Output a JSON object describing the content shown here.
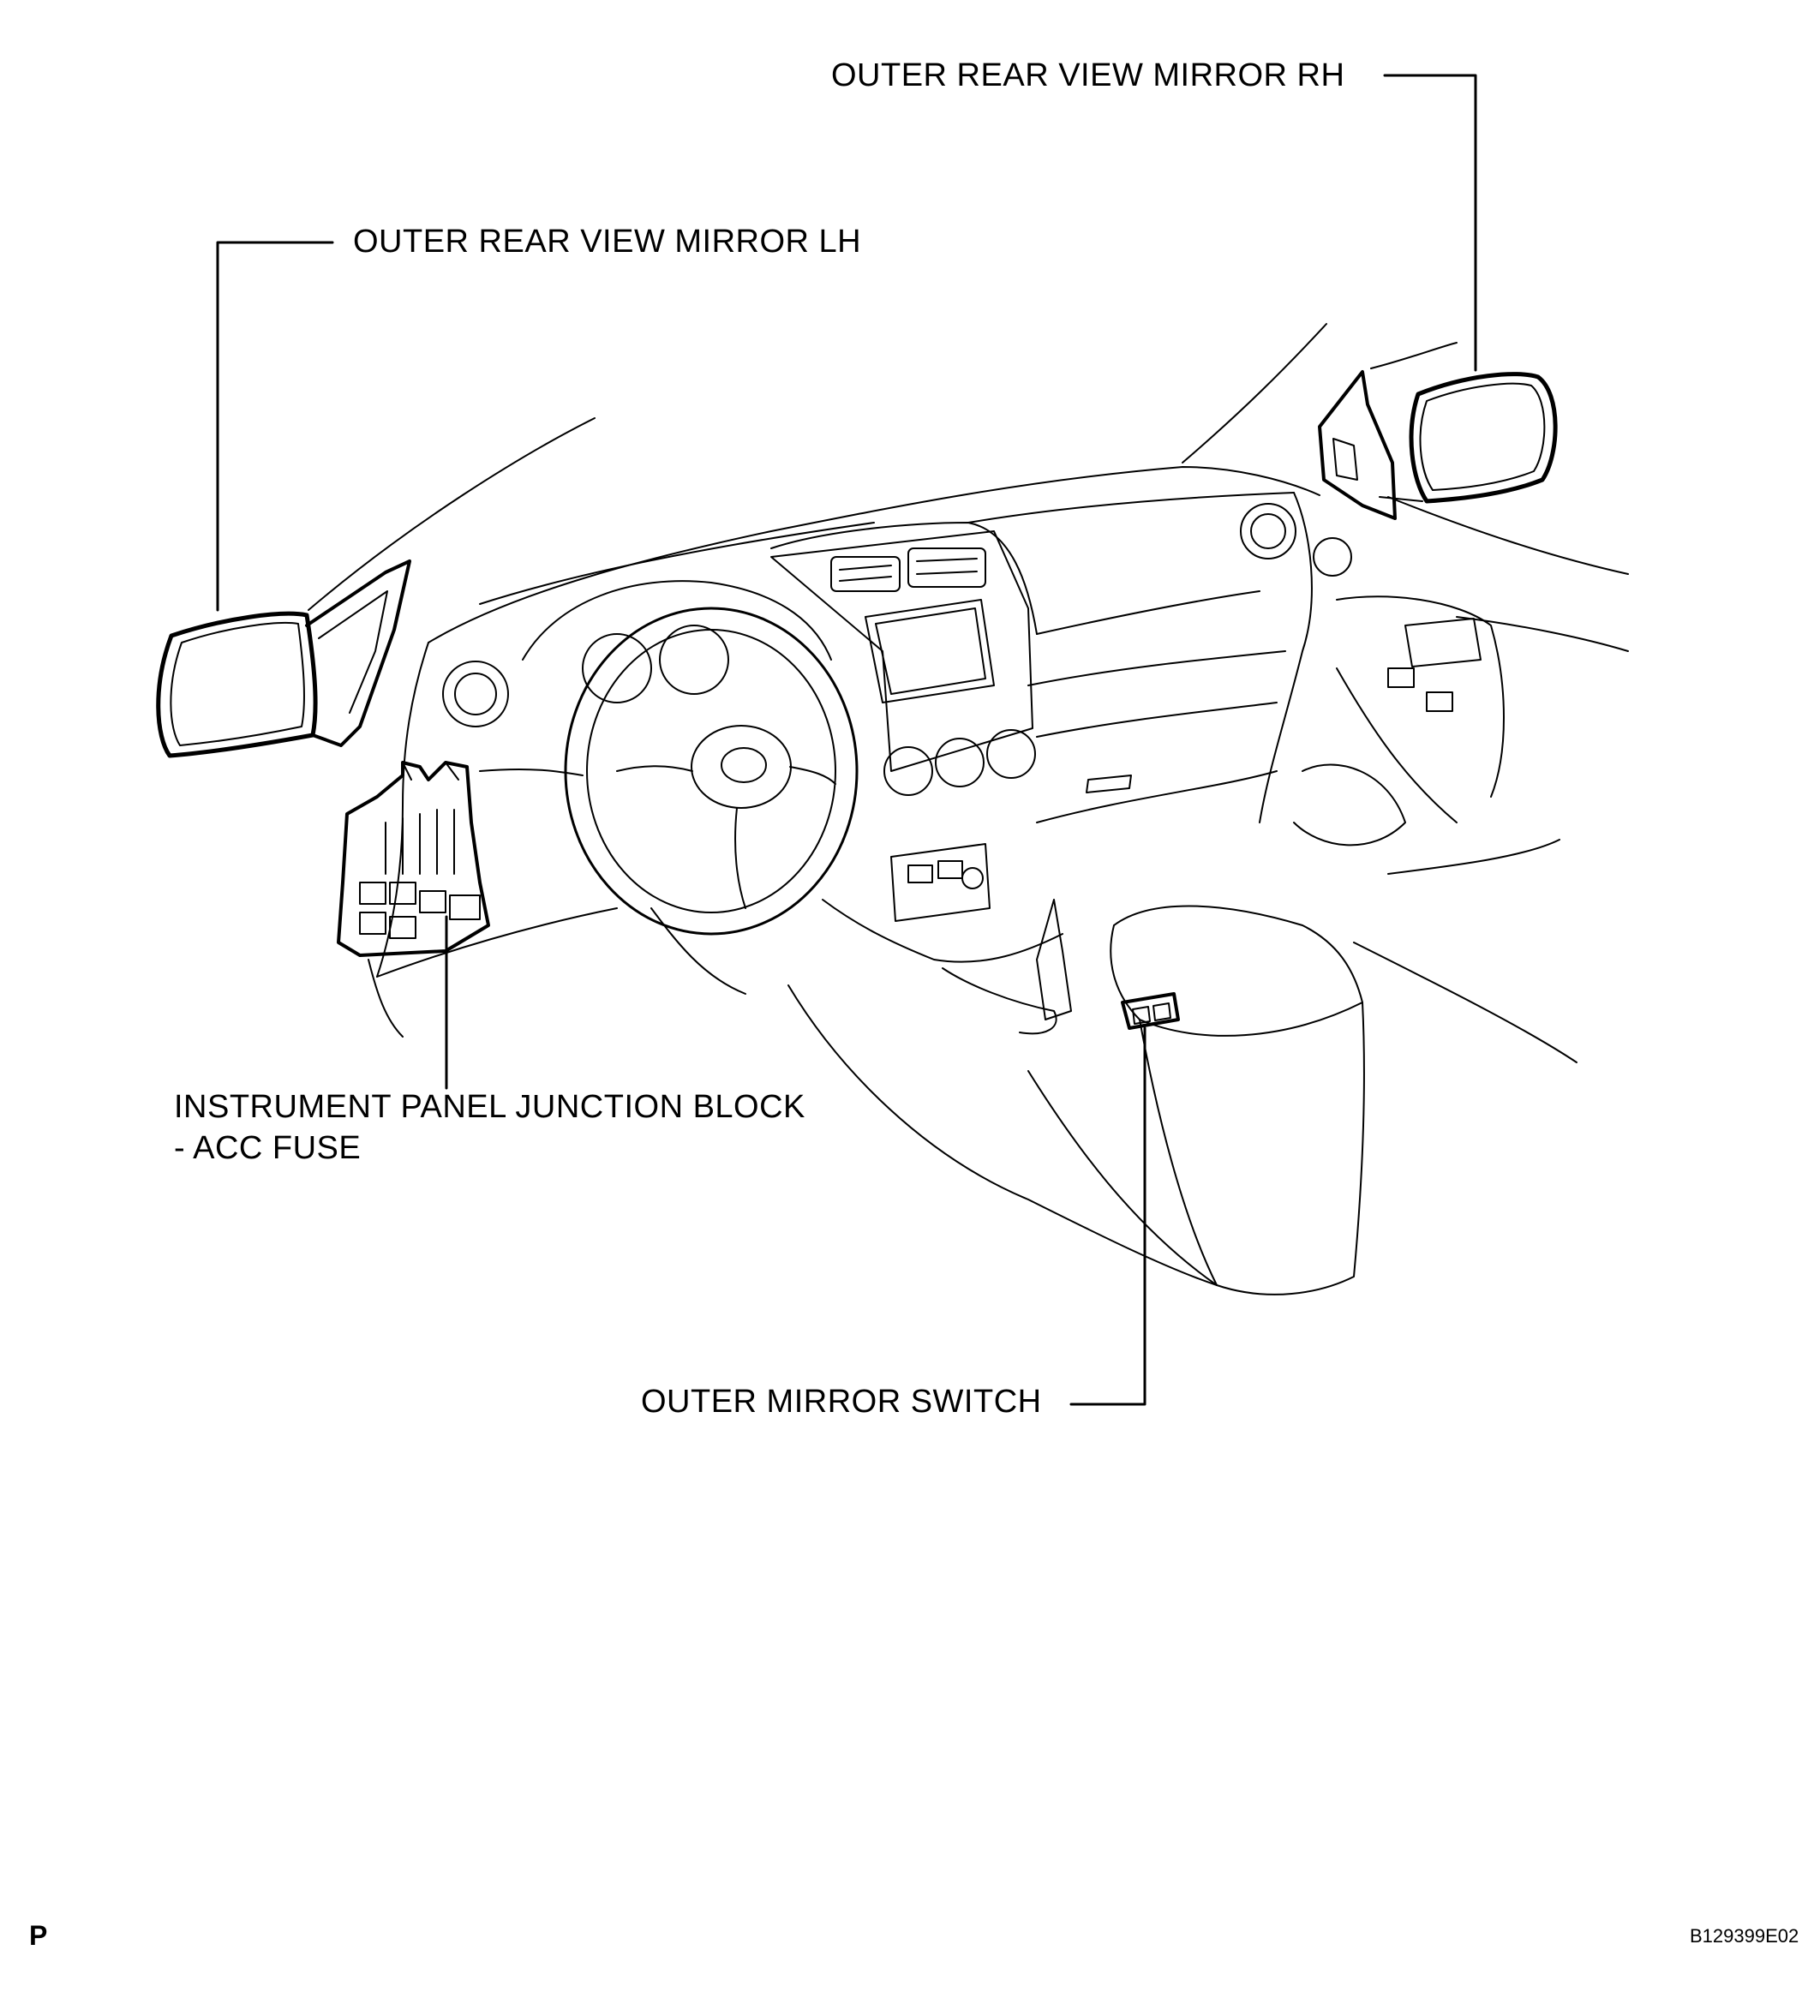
{
  "callouts": {
    "mirror_rh": "OUTER REAR VIEW MIRROR RH",
    "mirror_lh": "OUTER REAR VIEW MIRROR LH",
    "junction_block_line1": "INSTRUMENT PANEL JUNCTION BLOCK",
    "junction_block_line2": "- ACC FUSE",
    "mirror_switch": "OUTER MIRROR SWITCH"
  },
  "footer": {
    "page_letter": "P",
    "figure_id": "B129399E02"
  },
  "colors": {
    "line": "#000000",
    "background": "#ffffff"
  }
}
